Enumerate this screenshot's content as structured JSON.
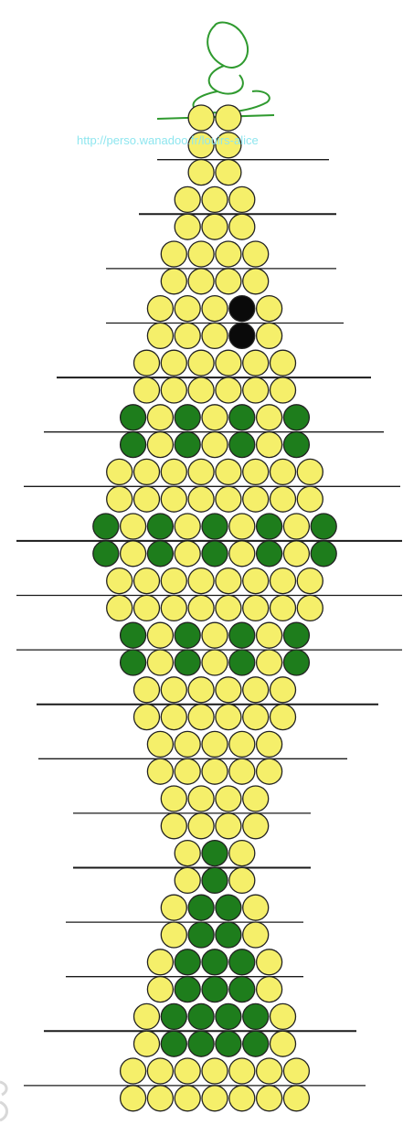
{
  "watermark": "http://perso.wanadoo.fr/louirs-alice",
  "colors": {
    "yellow": "#f5ef6a",
    "green": "#1e7d1c",
    "black": "#0a0a0a",
    "outline": "#222222",
    "rail": "#1a1a1a",
    "wire": "#2f9a2f",
    "watermark": "#8fe6ef"
  },
  "legend": {
    "Y": "yellow-bead",
    "G": "green-bead",
    "K": "black-bead"
  },
  "pattern": [
    "YY",
    "YY",
    "YY",
    "YYY",
    "YYY",
    "YYYY",
    "YYYY",
    "YYYKY",
    "YYYKY",
    "YYYYYY",
    "YYYYYY",
    "GYGYGYG",
    "GYGYGYG",
    "YYYYYYYY",
    "YYYYYYYY",
    "GYGYGYGYG",
    "GYGYGYGYG",
    "YYYYYYYY",
    "YYYYYYYY",
    "GYGYGYG",
    "GYGYGYG",
    "YYYYYY",
    "YYYYYY",
    "YYYYY",
    "YYYYY",
    "YYYY",
    "YYYY",
    "YGY",
    "YGY",
    "YGGY",
    "YGGY",
    "YGGGY",
    "YGGGY",
    "YGGGGY",
    "YGGGGY",
    "YYYYYYY",
    "YYYYYYY"
  ]
}
